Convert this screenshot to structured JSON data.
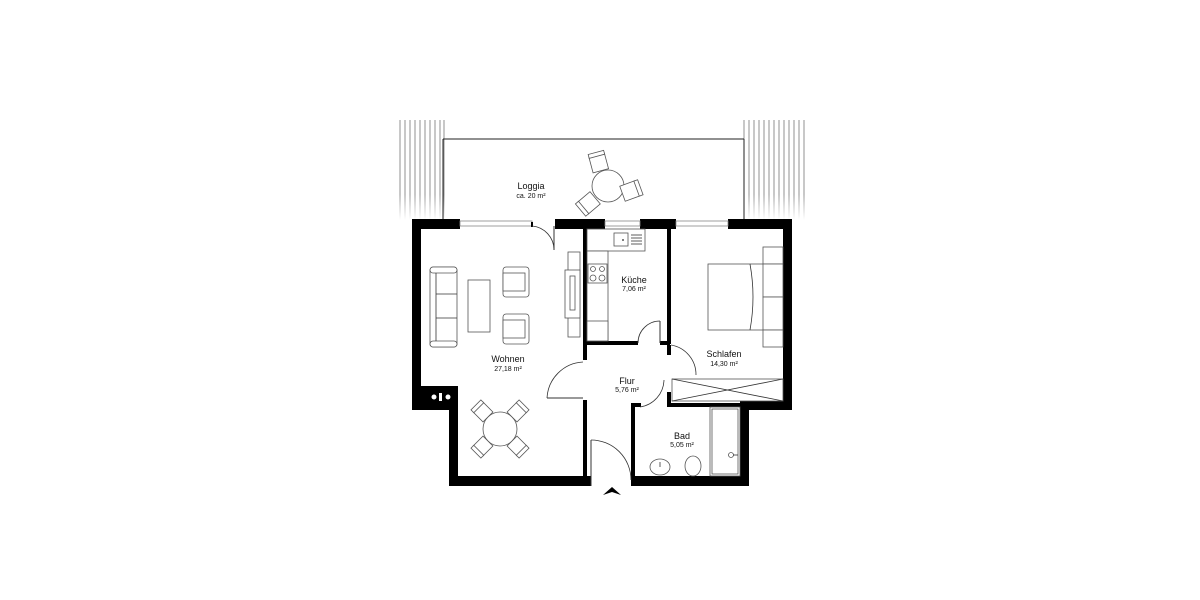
{
  "floorplan": {
    "rooms": [
      {
        "id": "loggia",
        "name": "Loggia",
        "area": "ca. 20 m²"
      },
      {
        "id": "wohnen",
        "name": "Wohnen",
        "area": "27,18 m²"
      },
      {
        "id": "kueche",
        "name": "Küche",
        "area": "7,06 m²"
      },
      {
        "id": "schlafen",
        "name": "Schlafen",
        "area": "14,30 m²"
      },
      {
        "id": "flur",
        "name": "Flur",
        "area": "5,76 m²"
      },
      {
        "id": "bad",
        "name": "Bad",
        "area": "5,05 m²"
      }
    ],
    "colors": {
      "wall": "#000000",
      "furniture": "#555555",
      "background": "#ffffff"
    },
    "entrance_marker": "arrow-up"
  }
}
